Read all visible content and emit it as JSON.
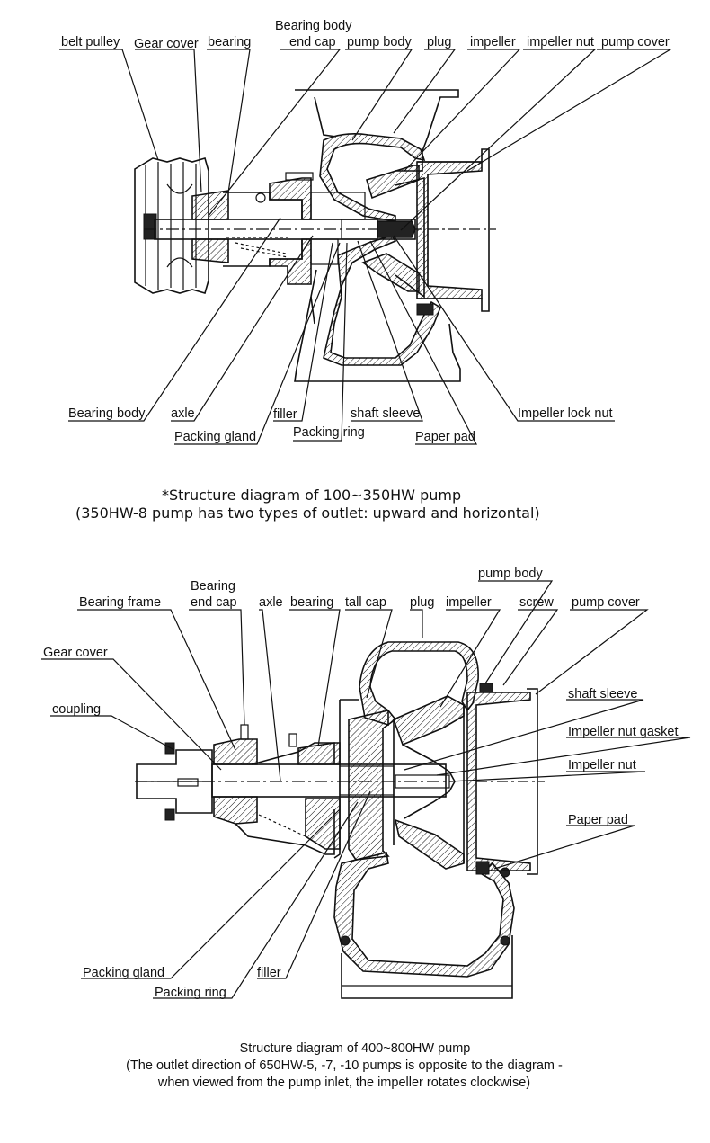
{
  "diagram1": {
    "labels_top": {
      "belt_pulley": "belt pulley",
      "gear_cover": "Gear cover",
      "bearing": "bearing",
      "bearing_body_end_cap_1": "Bearing body",
      "bearing_body_end_cap_2": "end cap",
      "pump_body": "pump body",
      "plug": "plug",
      "impeller": "impeller",
      "impeller_nut": "impeller nut",
      "pump_cover": "pump cover"
    },
    "labels_bottom": {
      "bearing_body": "Bearing body",
      "axle": "axle",
      "packing_gland": "Packing gland",
      "filler": "filler",
      "packing_ring": "Packing ring",
      "shaft_sleeve": "shaft sleeve",
      "paper_pad": "Paper pad",
      "impeller_lock_nut": "Impeller lock nut"
    },
    "caption_line1": "*Structure diagram of 100~350HW pump",
    "caption_line2": "(350HW-8 pump has two types of outlet: upward and horizontal)"
  },
  "diagram2": {
    "labels_top": {
      "bearing_frame": "Bearing frame",
      "bearing_end_cap_1": "Bearing",
      "bearing_end_cap_2": "end cap",
      "axle": "axle",
      "bearing": "bearing",
      "tall_cap": "tall cap",
      "plug": "plug",
      "impeller": "impeller",
      "pump_body": "pump body",
      "screw": "screw",
      "pump_cover": "pump cover"
    },
    "labels_left": {
      "gear_cover": "Gear cover",
      "coupling": "coupling"
    },
    "labels_right": {
      "shaft_sleeve": "shaft sleeve",
      "impeller_nut_gasket": "Impeller nut gasket",
      "impeller_nut": "Impeller nut",
      "paper_pad": "Paper pad"
    },
    "labels_bottom": {
      "packing_gland": "Packing gland",
      "packing_ring": "Packing ring",
      "filler": "filler"
    },
    "caption_line1": "Structure diagram of 400~800HW pump",
    "caption_line2": "(The outlet direction of 650HW-5, -7, -10 pumps is opposite to the diagram -",
    "caption_line3": "when viewed from the pump inlet, the impeller rotates clockwise)"
  }
}
